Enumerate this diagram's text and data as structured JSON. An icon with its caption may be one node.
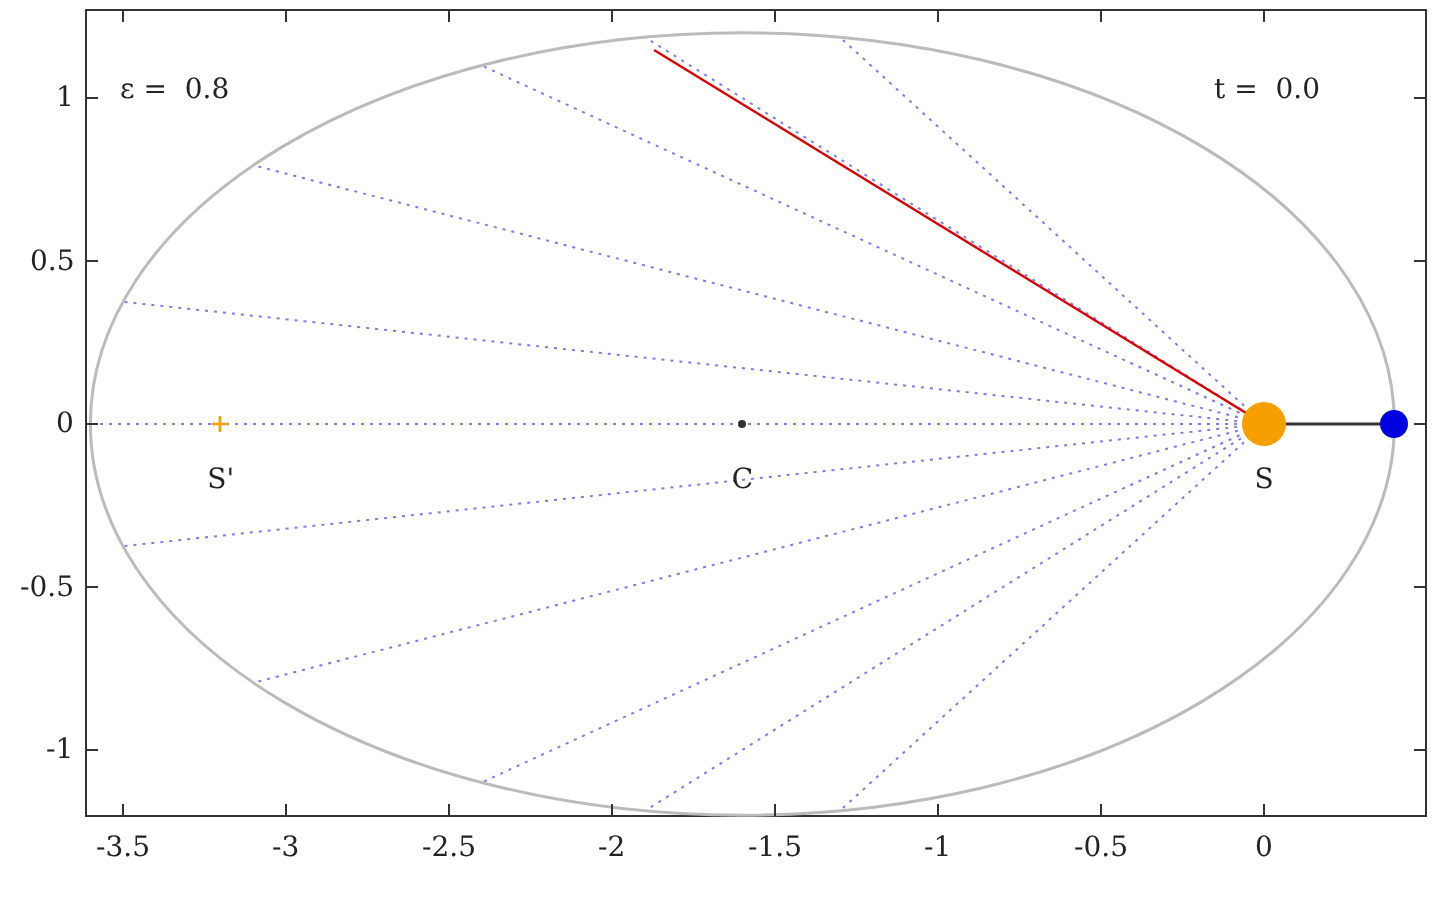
{
  "diagram": {
    "nodes": [
      {
        "text": [
          "S"
        ]
      },
      {
        "text": [],
        "shape": "circle"
      },
      {
        "text": [
          "S'"
        ]
      },
      {
        "text": [
          "C"
        ]
      }
    ],
    "edges": [
      {
        "from": 0,
        "to": 1,
        "arrow": "none"
      }
    ],
    "labels": [
      "1",
      "ε =  0.8",
      "t =  0.0",
      "0.5",
      "0",
      "-0.5",
      "-1",
      "-3.5",
      "-3",
      "-2.5",
      "-2",
      "-1.5",
      "-1",
      "-0.5",
      "0"
    ]
  }
}
